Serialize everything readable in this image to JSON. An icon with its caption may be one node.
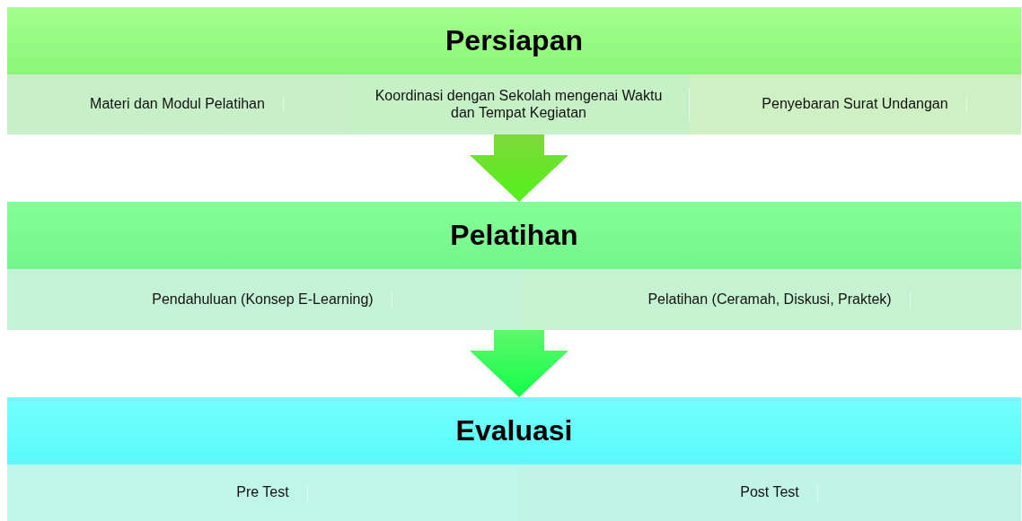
{
  "diagram": {
    "nodes": [
      {
        "text": [
          "Persiapan"
        ]
      },
      {
        "text": [
          "Materi dan Modul Pelatihan"
        ]
      },
      {
        "text": [
          "Koordinasi dengan Sekolah mengenai Waktu dan Tempat Kegiatan"
        ]
      },
      {
        "text": [
          "Penyebaran Surat Undangan"
        ]
      },
      {
        "text": [
          "Pelatihan"
        ]
      },
      {
        "text": [
          "Pendahuluan (Konsep E-Learning)"
        ]
      },
      {
        "text": [
          "Pelatihan (Ceramah, Diskusi, Praktek)"
        ]
      },
      {
        "text": [
          "Evaluasi"
        ]
      },
      {
        "text": [
          "Pre Test"
        ]
      },
      {
        "text": [
          "Post Test"
        ]
      }
    ],
    "edges": [
      {
        "from": 2,
        "to": 4,
        "arrow": "to",
        "style": "thick"
      },
      {
        "from": 5,
        "to": 7,
        "arrow": "to",
        "style": "thick"
      }
    ]
  }
}
